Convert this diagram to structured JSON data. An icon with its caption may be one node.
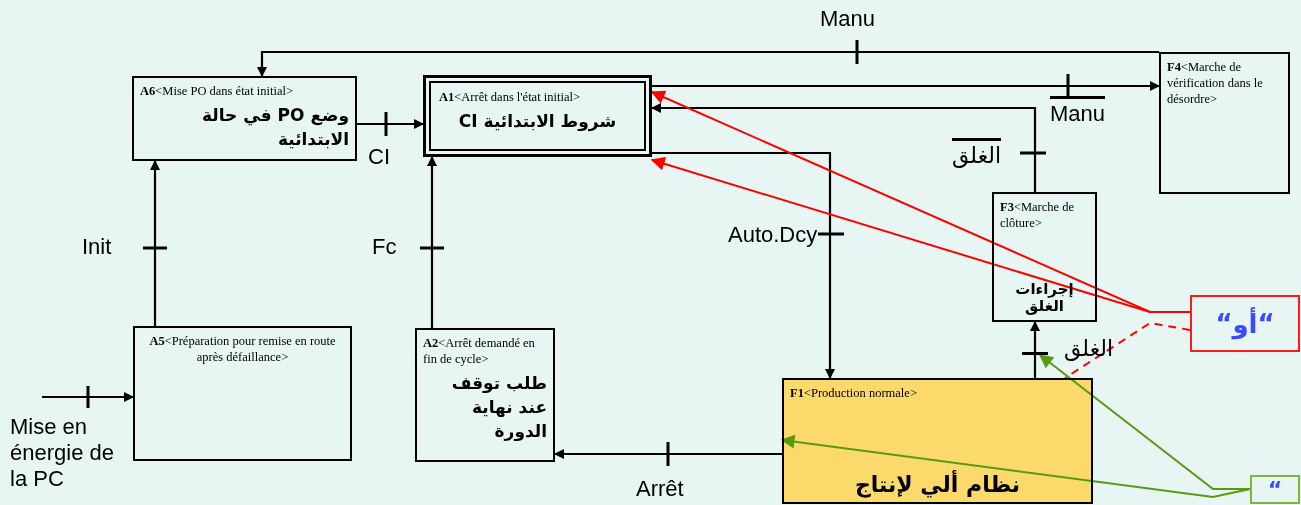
{
  "diagram": {
    "nodes": [
      {
        "text": [
          "**A6**<Mise PO dans état initial>",
          "وضع PO في حالة الابتدائية"
        ]
      },
      {
        "text": [
          "**A1**<Arrêt dans l'état initial>",
          "شروط الابتدائية CI"
        ]
      },
      {
        "text": [
          "**F4**<Marche de vérification dans le désordre>"
        ]
      },
      {
        "text": [
          "**F3**<Marche de clôture>",
          "إجراءات الغلق"
        ]
      },
      {
        "text": [
          "**A5**<Préparation pour remise en route après défaillance>"
        ]
      },
      {
        "text": [
          "**A2**<Arrêt demandé en fin de cycle>",
          "طلب توقف عند نهاية الدورة"
        ]
      },
      {
        "text": [
          "**F1**<Production normale>",
          "نظام ألي لإنتاج"
        ]
      },
      {
        "text": [
          "“أو“"
        ]
      },
      {
        "text": [
          "“"
        ]
      },
      {
        "text": [],
        "shape": "bar"
      }
    ],
    "edges": [
      {
        "from": 2,
        "to": 0,
        "arrow": "to",
        "label": "Manu"
      },
      {
        "from": 1,
        "to": 2,
        "arrow": "to",
        "label": "Manu"
      },
      {
        "from": 3,
        "to": 1,
        "arrow": "to",
        "label": "الغلق"
      },
      {
        "from": 0,
        "to": 1,
        "arrow": "to",
        "label": "CI"
      },
      {
        "from": 1,
        "to": 6,
        "arrow": "to",
        "label": "Auto.Dcy"
      },
      {
        "from": 5,
        "to": 1,
        "arrow": "to",
        "label": "Fc"
      },
      {
        "from": 4,
        "to": 0,
        "arrow": "to",
        "label": "Init"
      },
      {
        "from": null,
        "to": 4,
        "arrow": "to",
        "label": "Mise en énergie de la PC"
      },
      {
        "from": 6,
        "to": 5,
        "arrow": "to",
        "label": "Arrêt"
      },
      {
        "from": 6,
        "to": 3,
        "arrow": "to",
        "label": "الغلق"
      },
      {
        "from": 7,
        "to": 1,
        "arrow": "to",
        "color": "#ff0000"
      },
      {
        "from": 7,
        "to": 1,
        "arrow": "to",
        "color": "#ff0000"
      },
      {
        "from": 7,
        "to": 6,
        "arrow": "none",
        "style": "dashed",
        "color": "#ff0000"
      },
      {
        "from": 8,
        "to": 9,
        "arrow": "to",
        "color": "#5a9a10"
      },
      {
        "from": 8,
        "to": 6,
        "arrow": "to",
        "color": "#5a9a10"
      }
    ]
  }
}
